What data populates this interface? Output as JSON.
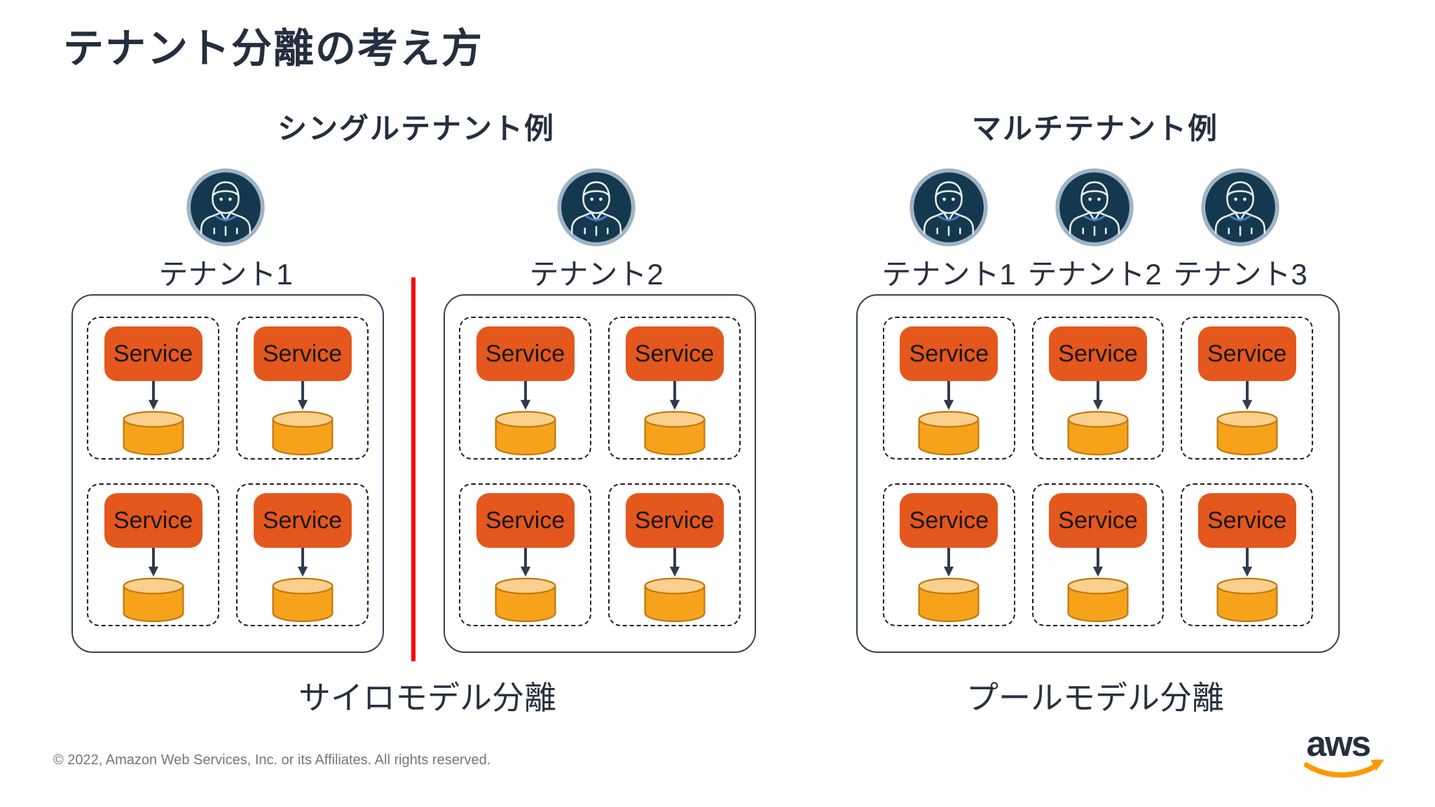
{
  "title": "テナント分離の考え方",
  "sections": {
    "single": {
      "header": "シングルテナント例",
      "caption": "サイロモデル分離",
      "tenants": [
        {
          "label": "テナント1",
          "services": [
            "Service",
            "Service",
            "Service",
            "Service"
          ]
        },
        {
          "label": "テナント2",
          "services": [
            "Service",
            "Service",
            "Service",
            "Service"
          ]
        }
      ]
    },
    "multi": {
      "header": "マルチテナント例",
      "caption": "プールモデル分離",
      "tenant_labels": [
        {
          "label": "テナント1"
        },
        {
          "label": "テナント2"
        },
        {
          "label": "テナント3"
        }
      ],
      "services": [
        "Service",
        "Service",
        "Service",
        "Service",
        "Service",
        "Service"
      ]
    }
  },
  "footer": {
    "copyright": "© 2022, Amazon Web Services, Inc. or its Affiliates. All rights reserved.",
    "aws_logo_text": "aws"
  },
  "icons": {
    "person": "person-icon",
    "arrow": "arrow-down-icon",
    "database": "database-cylinder-icon",
    "aws_smile": "aws-smile-icon"
  },
  "colors": {
    "dark_navy": "#232F3E",
    "service_orange": "#E4571D",
    "cylinder_body": "#F7A21B",
    "cylinder_top": "#FBCF8E",
    "cylinder_stroke": "#BF7B0D",
    "divider_red": "#FA0000",
    "icon_circle_bg": "#14384E",
    "icon_circle_border": "#9FB3C6",
    "aws_orange": "#FF9900",
    "copyright_gray": "#767676"
  }
}
